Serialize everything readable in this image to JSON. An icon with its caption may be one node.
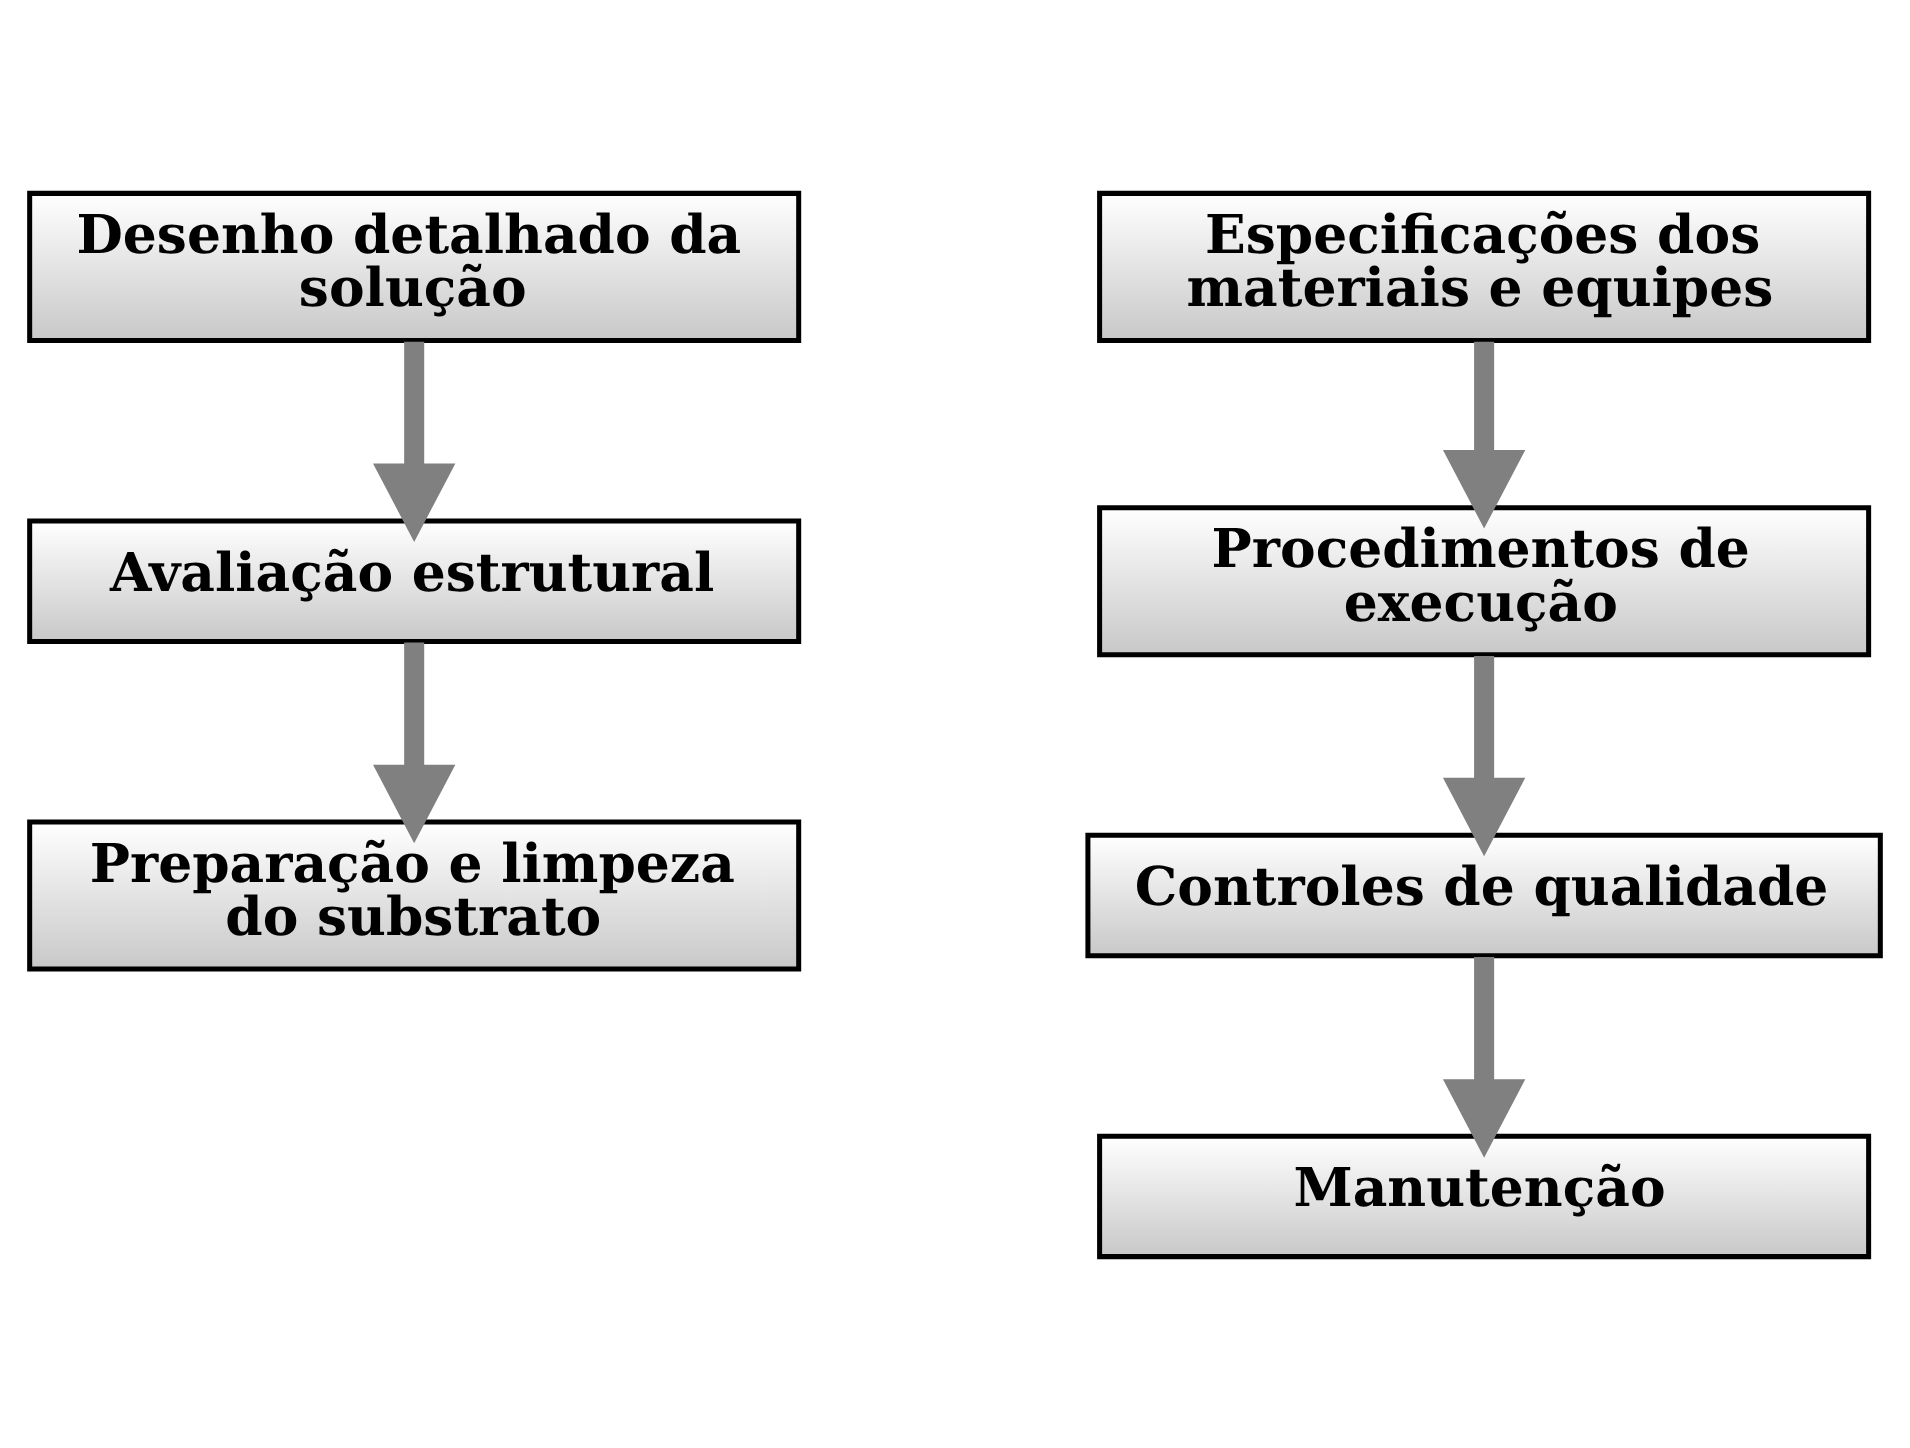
{
  "diagram": {
    "nodes": [
      {
        "text": [
          "Desenho detalhado da solução"
        ]
      },
      {
        "text": [
          "Avaliação estrutural"
        ]
      },
      {
        "text": [
          "Preparação e limpeza do substrato"
        ]
      },
      {
        "text": [
          "Especificações dos materiais e equipes"
        ]
      },
      {
        "text": [
          "Procedimentos de execução"
        ]
      },
      {
        "text": [
          "Controles de qualidade"
        ]
      },
      {
        "text": [
          "Manutenção"
        ]
      }
    ],
    "edges": [
      {
        "from": 0,
        "to": 1,
        "arrow": "to"
      },
      {
        "from": 1,
        "to": 2,
        "arrow": "to"
      },
      {
        "from": 3,
        "to": 4,
        "arrow": "to"
      },
      {
        "from": 4,
        "to": 5,
        "arrow": "to"
      },
      {
        "from": 5,
        "to": 6,
        "arrow": "to"
      }
    ]
  }
}
